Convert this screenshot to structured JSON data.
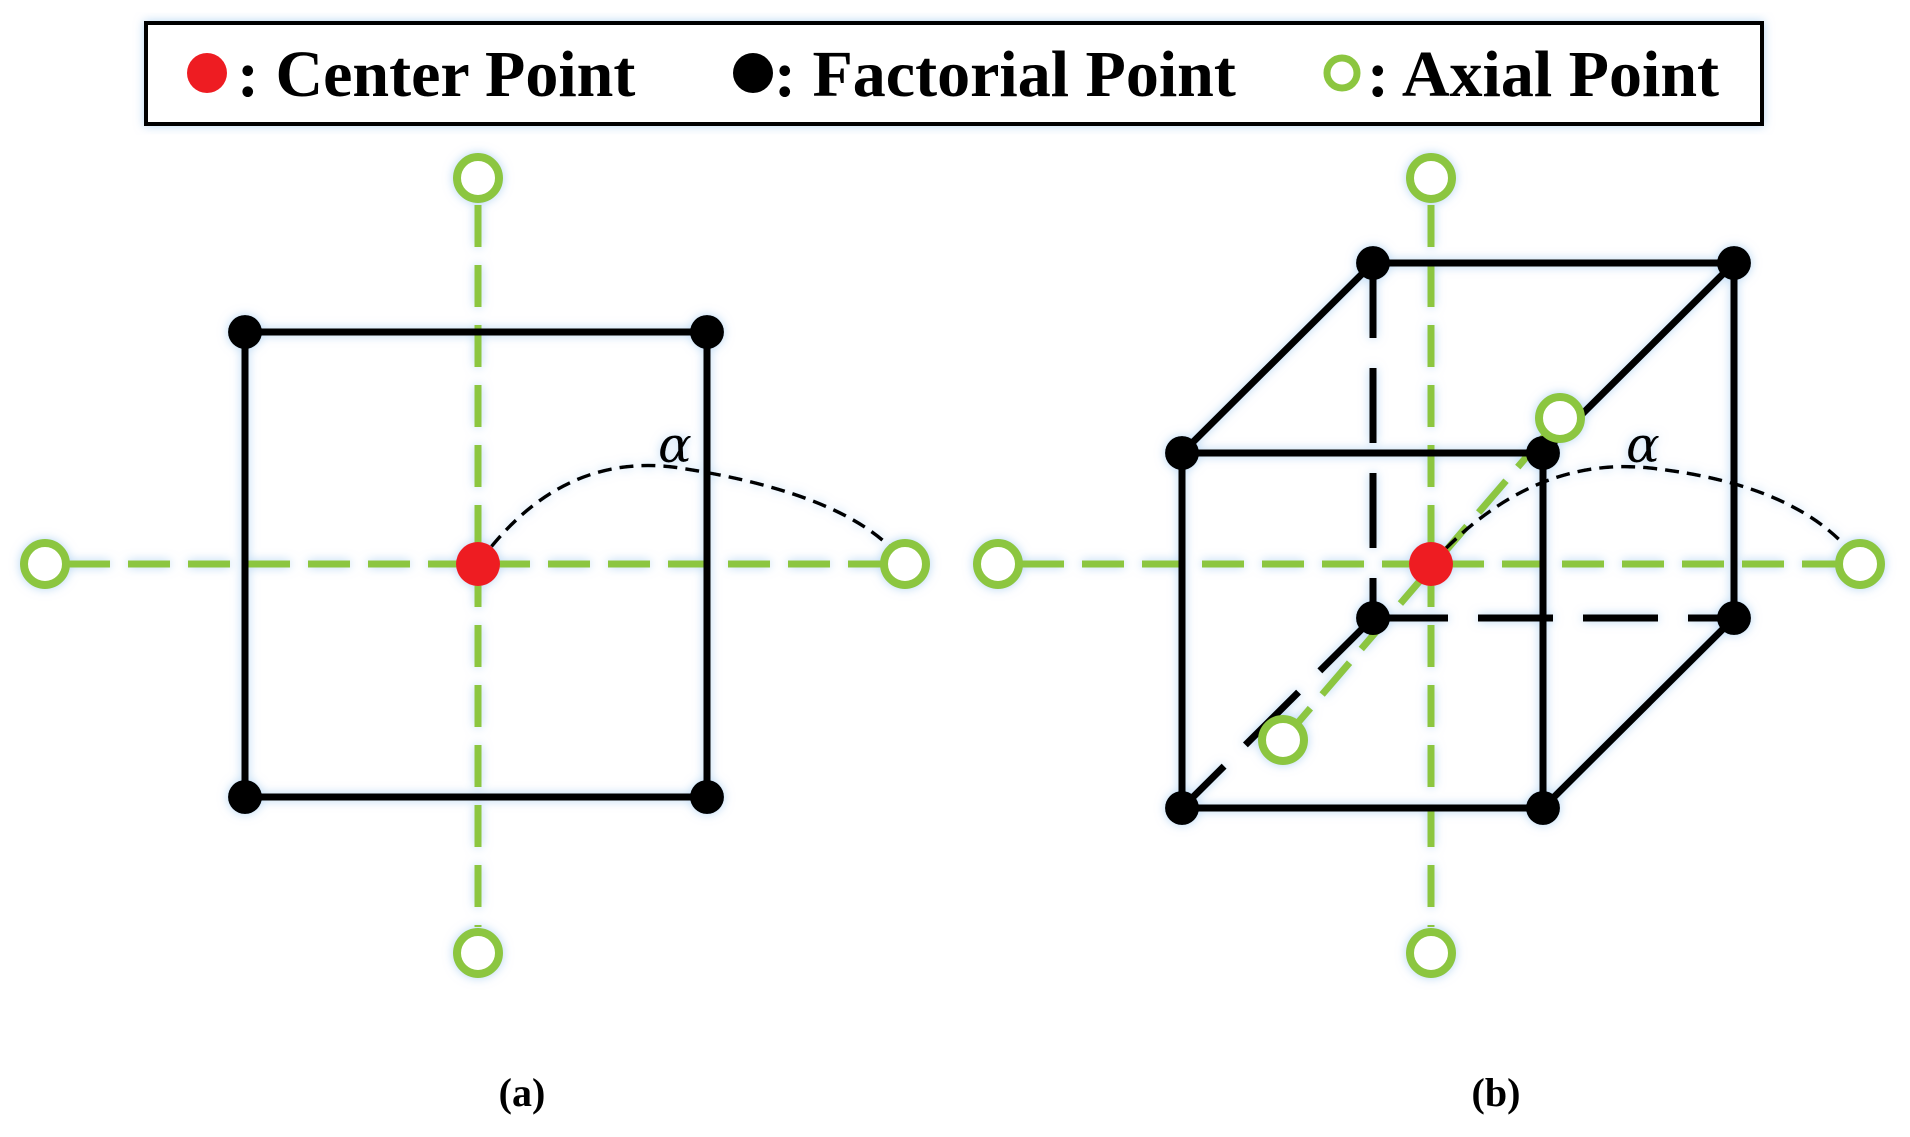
{
  "colors": {
    "center": "#ee1c24",
    "factorial": "#000000",
    "axial": "#8cc63f",
    "edge": "#000000",
    "legend_border": "#000000"
  },
  "legend": {
    "center_label": ": Center Point",
    "factorial_label": ": Factorial Point",
    "axial_label": ": Axial Point"
  },
  "panels": {
    "a": {
      "caption": "(a)",
      "alpha_label": "α"
    },
    "b": {
      "caption": "(b)",
      "alpha_label": "α"
    }
  }
}
